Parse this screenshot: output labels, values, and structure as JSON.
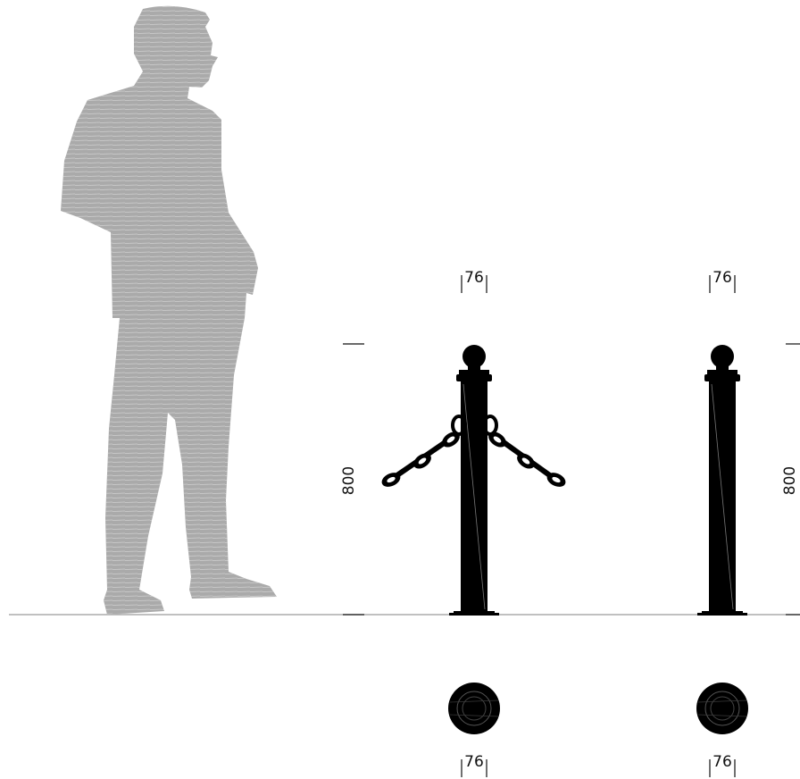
{
  "dimensions": {
    "post1_top_width": "76",
    "post2_top_width": "76",
    "post1_height": "800",
    "post2_height": "800",
    "post1_plan_width": "76",
    "post2_plan_width": "76"
  },
  "colors": {
    "figure": "#aaaaaa",
    "figure_hatch": "#c8c8c8",
    "post": "#000000",
    "ground": "#9a9a9a",
    "dimension": "#111111"
  },
  "icons": {
    "figure": "human-silhouette-icon",
    "post": "bollard-post-icon",
    "chain": "chain-icon",
    "plan": "bollard-plan-icon"
  }
}
